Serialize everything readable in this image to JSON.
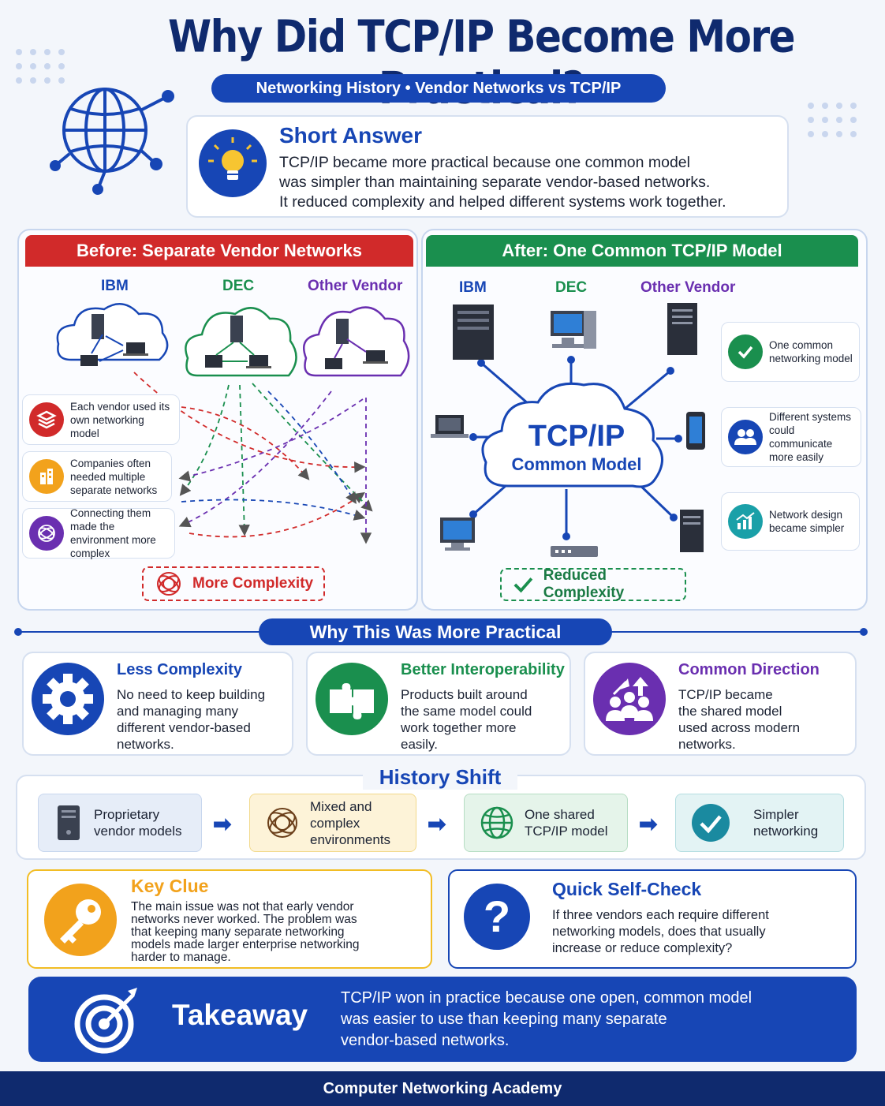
{
  "header": {
    "title": "Why Did TCP/IP Become More Practical?",
    "subtitle": "Networking History • Vendor Networks vs TCP/IP"
  },
  "short_answer": {
    "title": "Short Answer",
    "lines": [
      "TCP/IP became more practical because one common model",
      "was simpler than maintaining separate vendor-based networks.",
      "It reduced complexity and helped different systems work together."
    ]
  },
  "before": {
    "header": "Before: Separate Vendor Networks",
    "vendors": [
      "IBM",
      "DEC",
      "Other Vendor"
    ],
    "notes": [
      "Each vendor used its own networking model",
      "Companies often needed multiple separate networks",
      "Connecting them made the environment more complex"
    ],
    "badge": "More Complexity"
  },
  "after": {
    "header": "After: One Common TCP/IP Model",
    "vendors": [
      "IBM",
      "DEC",
      "Other Vendor"
    ],
    "hub_title": "TCP/IP",
    "hub_subtitle": "Common Model",
    "notes": [
      "One common networking model",
      "Different systems could communicate more easily",
      "Network design became simpler"
    ],
    "badge": "Reduced Complexity"
  },
  "why": {
    "title": "Why This Was More Practical",
    "items": [
      {
        "title": "Less Complexity",
        "lines": [
          "No need to keep building",
          "and managing many",
          "different vendor-based",
          "networks."
        ]
      },
      {
        "title": "Better Interoperability",
        "lines": [
          "Products built around",
          "the same model could",
          "work together more",
          "easily."
        ]
      },
      {
        "title": "Common Direction",
        "lines": [
          "TCP/IP became",
          "the shared model",
          "used across modern",
          "networks."
        ]
      }
    ]
  },
  "history": {
    "title": "History Shift",
    "steps": [
      [
        "Proprietary",
        "vendor models"
      ],
      [
        "Mixed and",
        "complex",
        "environments"
      ],
      [
        "One shared",
        "TCP/IP model"
      ],
      [
        "Simpler",
        "networking"
      ]
    ]
  },
  "key_clue": {
    "title": "Key Clue",
    "lines": [
      "The main issue was not that early vendor",
      "networks never worked. The problem was",
      "that keeping many separate networking",
      "models made larger enterprise networking",
      "harder to manage."
    ]
  },
  "self_check": {
    "title": "Quick Self-Check",
    "lines": [
      "If three vendors each require different",
      "networking models, does that usually",
      "increase or reduce complexity?"
    ]
  },
  "takeaway": {
    "title": "Takeaway",
    "lines": [
      "TCP/IP won in practice because one open, common model",
      "was easier to use than keeping many separate",
      "vendor-based networks."
    ]
  },
  "footer": "Computer Networking Academy",
  "colors": {
    "primary": "#1746b5",
    "navy": "#0f2a6e",
    "red": "#d12a2a",
    "green": "#1a8f4e",
    "purple": "#6a2fb0",
    "orange": "#f2a21c",
    "teal": "#1aa0a8"
  },
  "icons": [
    "globe-network-icon",
    "lightbulb-icon",
    "server-icon",
    "laptop-icon",
    "monitor-icon",
    "cloud-icon",
    "check-icon",
    "people-icon",
    "chart-icon",
    "gear-icon",
    "puzzle-icon",
    "group-arrow-icon",
    "tangle-icon",
    "globe-icon",
    "key-icon",
    "question-icon",
    "target-icon"
  ]
}
